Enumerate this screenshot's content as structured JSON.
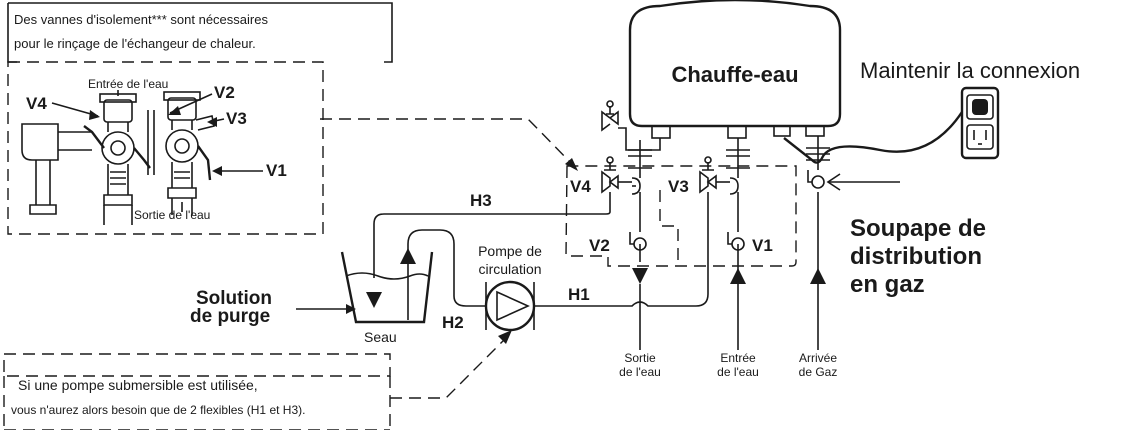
{
  "heater": {
    "title": "Chauffe-eau",
    "keep_connection": "Maintenir la connexion"
  },
  "note_top": {
    "line1": "Des vannes d'isolement*** sont nécessaires",
    "line2": "pour le rinçage de l'échangeur de chaleur."
  },
  "detail": {
    "water_in": "Entrée de l'eau",
    "water_out": "Sortie de l'eau",
    "v1": "V1",
    "v2": "V2",
    "v3": "V3",
    "v4": "V4"
  },
  "valves": {
    "v1": "V1",
    "v2": "V2",
    "v3": "V3",
    "v4": "V4"
  },
  "hoses": {
    "h1": "H1",
    "h2": "H2",
    "h3": "H3"
  },
  "pump": {
    "line1": "Pompe de",
    "line2": "circulation"
  },
  "purge": {
    "line1": "Solution",
    "line2": "de purge",
    "bucket": "Seau"
  },
  "gas_valve": {
    "line1": "Soupape de",
    "line2": "distribution",
    "line3": "en gaz"
  },
  "pipes": {
    "out_line1": "Sortie",
    "out_line2": "de l'eau",
    "in_line1": "Entrée",
    "in_line2": "de l'eau",
    "gas_line1": "Arrivée",
    "gas_line2": "de Gaz"
  },
  "note_bottom": {
    "line1": "Si une pompe submersible est utilisée,",
    "line2": "vous n'aurez alors besoin que de 2 flexibles (H1 et H3)."
  }
}
